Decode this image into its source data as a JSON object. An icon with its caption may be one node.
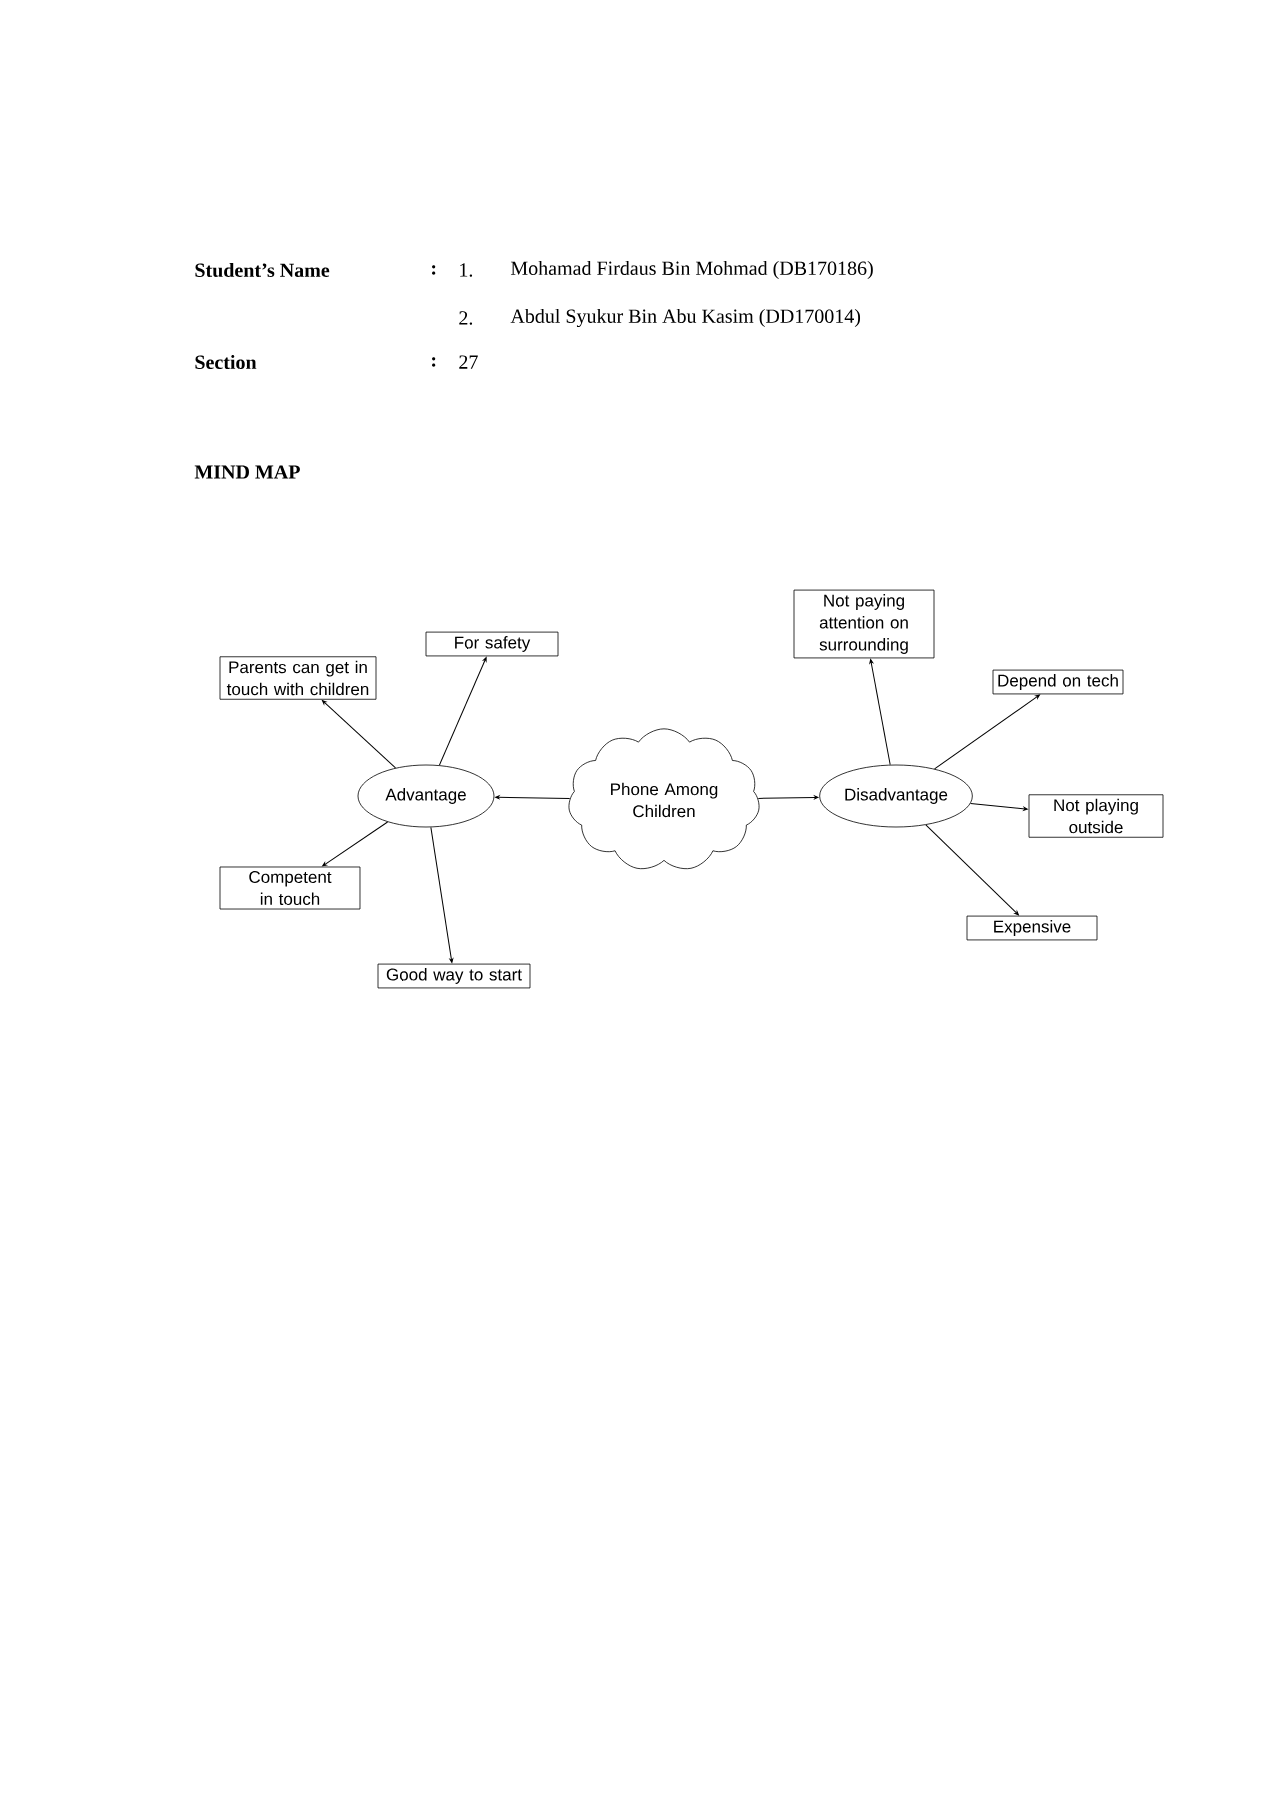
{
  "diagram": {
    "title": "MIND MAP",
    "nodes": [
      {
        "text": [
          "Phone Among Children"
        ]
      },
      {
        "text": [
          "Advantage"
        ]
      },
      {
        "text": [
          "Parents can get in touch with children"
        ]
      },
      {
        "text": [
          "For safety"
        ]
      },
      {
        "text": [
          "Competent in touch"
        ]
      },
      {
        "text": [
          "Good way to start"
        ]
      },
      {
        "text": [
          "Disadvantage"
        ]
      },
      {
        "text": [
          "Not paying attention on surrounding"
        ]
      },
      {
        "text": [
          "Depend on tech"
        ]
      },
      {
        "text": [
          "Not playing outside"
        ]
      },
      {
        "text": [
          "Expensive"
        ]
      }
    ],
    "edges": [
      {
        "from": 0,
        "to": 1,
        "arrow": "to"
      },
      {
        "from": 1,
        "to": 2,
        "arrow": "to"
      },
      {
        "from": 1,
        "to": 3,
        "arrow": "to"
      },
      {
        "from": 1,
        "to": 4,
        "arrow": "to"
      },
      {
        "from": 1,
        "to": 5,
        "arrow": "to"
      },
      {
        "from": 0,
        "to": 6,
        "arrow": "to"
      },
      {
        "from": 6,
        "to": 7,
        "arrow": "to"
      },
      {
        "from": 6,
        "to": 8,
        "arrow": "to"
      },
      {
        "from": 6,
        "to": 9,
        "arrow": "to"
      },
      {
        "from": 6,
        "to": 10,
        "arrow": "to"
      }
    ],
    "labels": [
      "Student’s Name",
      ":",
      "1.",
      "Mohamad Firdaus Bin Mohmad (DB170186)",
      "2.",
      "Abdul Syukur Bin Abu Kasim (DD170014)",
      "Section",
      ":",
      "27"
    ]
  }
}
